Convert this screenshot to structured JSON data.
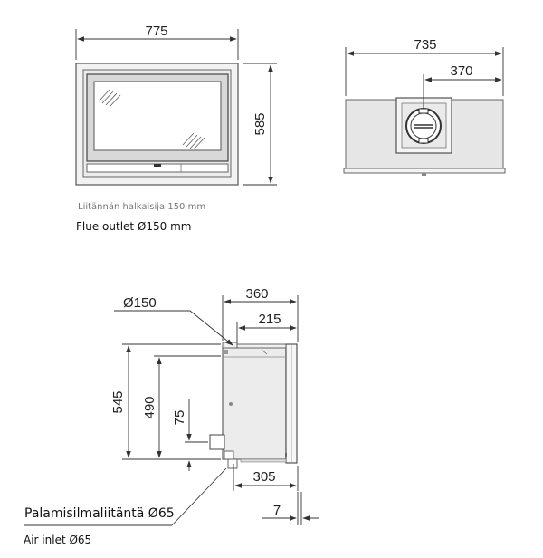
{
  "front_view": {
    "width_label": "775",
    "height_label": "585"
  },
  "top_view": {
    "width_label": "735",
    "offset_label": "370"
  },
  "flue_caption_fi": "Liitännän halkaisija 150 mm",
  "flue_caption_en": "Flue outlet Ø150 mm",
  "side_view": {
    "flue_diameter_label": "Ø150",
    "depth_label": "360",
    "flue_offset_label": "215",
    "height_label": "545",
    "flue_height_label": "490",
    "air_inlet_height_label": "75",
    "bottom_depth_label": "305",
    "front_offset_label": "7"
  },
  "air_caption_fi": "Palamisilmaliitäntä Ø65",
  "air_caption_en": "Air inlet Ø65"
}
